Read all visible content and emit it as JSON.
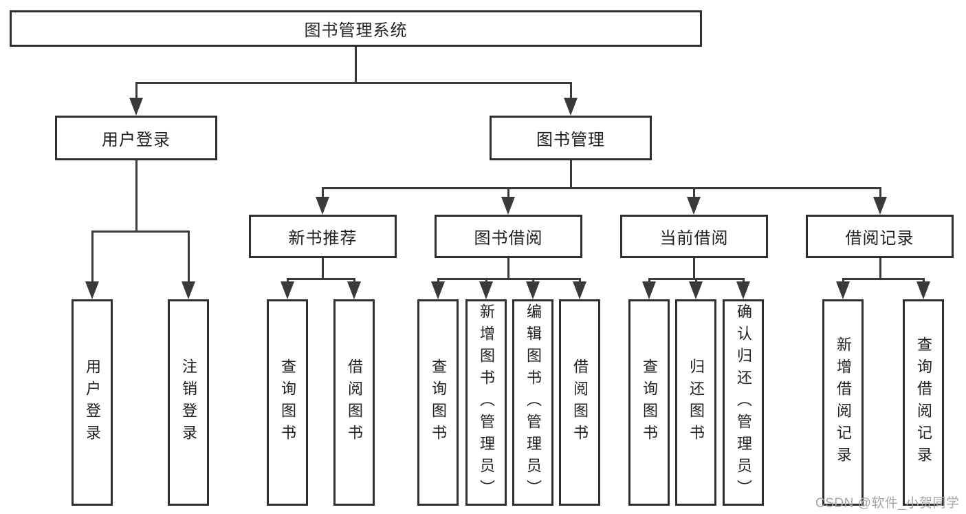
{
  "nodes": {
    "root": "图书管理系统",
    "level2": [
      "用户登录",
      "图书管理"
    ],
    "level3": [
      "新书推荐",
      "图书借阅",
      "当前借阅",
      "借阅记录"
    ]
  },
  "leaves": [
    "用户登录",
    "注销登录",
    "查询图书",
    "借阅图书",
    "查询图书",
    "新增图书（管理员）",
    "编辑图书（管理员）",
    "借阅图书",
    "查询图书",
    "归还图书",
    "确认归还（管理员）",
    "新增借阅记录",
    "查询借阅记录"
  ],
  "watermark": "CSDN @软件_小贺同学",
  "colors": {
    "line": "#3a3a3a",
    "border": "#2e2e2e",
    "text": "#1f1f1f",
    "watermark": "#a6a6a6",
    "background": "#ffffff"
  }
}
